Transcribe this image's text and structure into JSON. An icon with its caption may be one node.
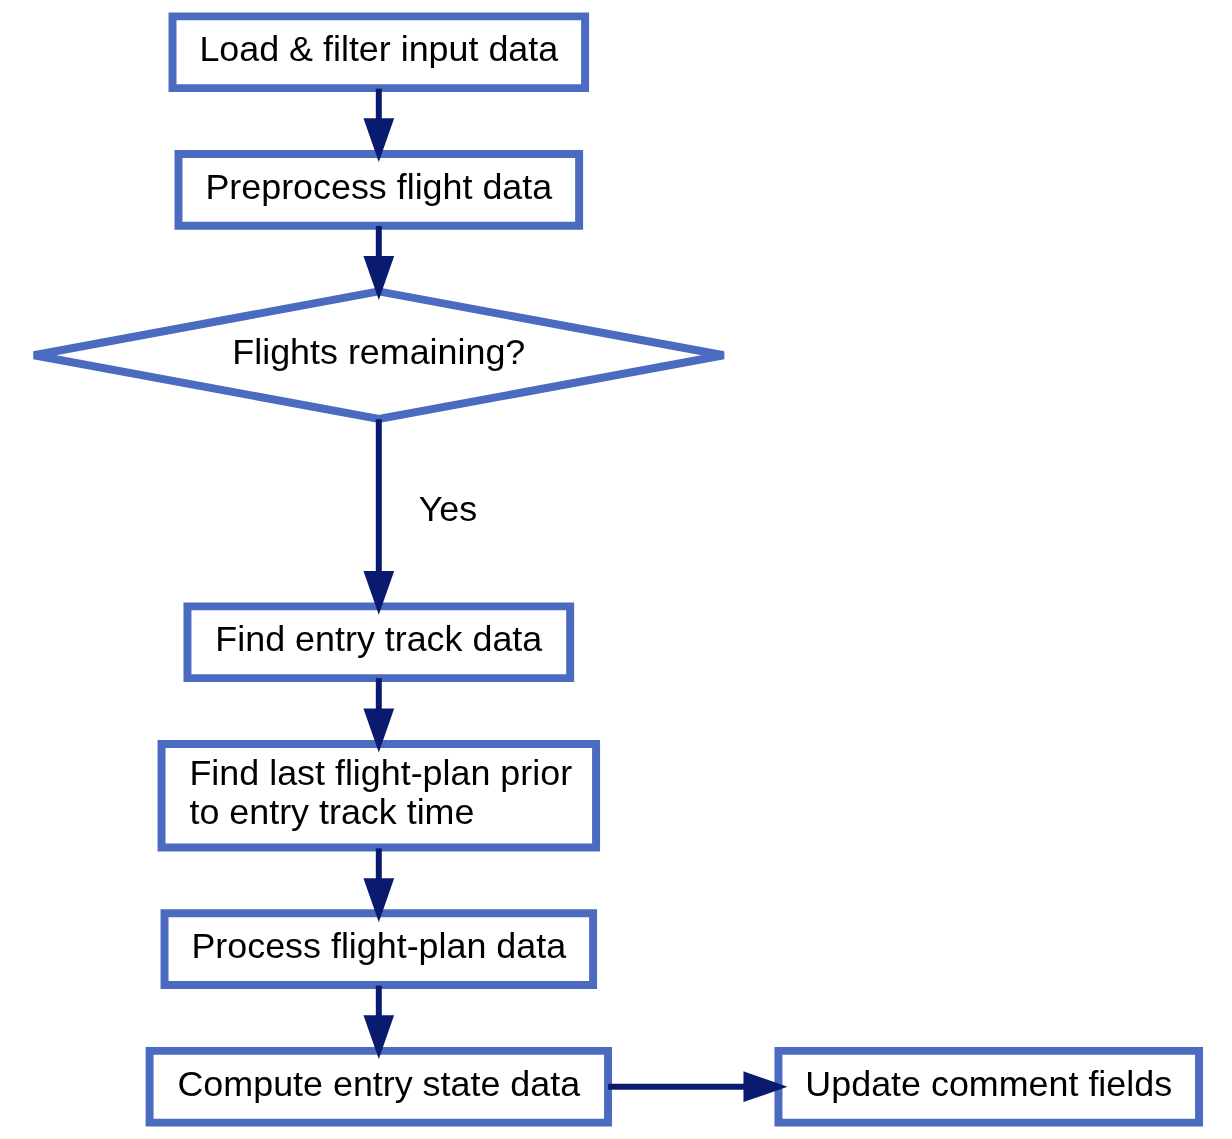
{
  "diagram": {
    "nodes": [
      {
        "text": [
          "Load & filter input data"
        ]
      },
      {
        "text": [
          "Preprocess flight data"
        ]
      },
      {
        "text": [
          "Flights remaining?"
        ]
      },
      {
        "text": [
          "Find entry track data"
        ]
      },
      {
        "text": [
          "Find last flight-plan prior to entry track time"
        ]
      },
      {
        "text": [
          "Process flight-plan data"
        ]
      },
      {
        "text": [
          "Compute entry state data"
        ]
      },
      {
        "text": [
          "Update comment fields"
        ]
      }
    ],
    "edges": [
      {
        "from": 0,
        "to": 1,
        "arrow": "to"
      },
      {
        "from": 1,
        "to": 2,
        "arrow": "to"
      },
      {
        "from": 2,
        "to": 3,
        "arrow": "to",
        "label": "Yes"
      },
      {
        "from": 3,
        "to": 4,
        "arrow": "to"
      },
      {
        "from": 4,
        "to": 5,
        "arrow": "to"
      },
      {
        "from": 5,
        "to": 6,
        "arrow": "to"
      },
      {
        "from": 6,
        "to": 7,
        "arrow": "to"
      }
    ]
  }
}
